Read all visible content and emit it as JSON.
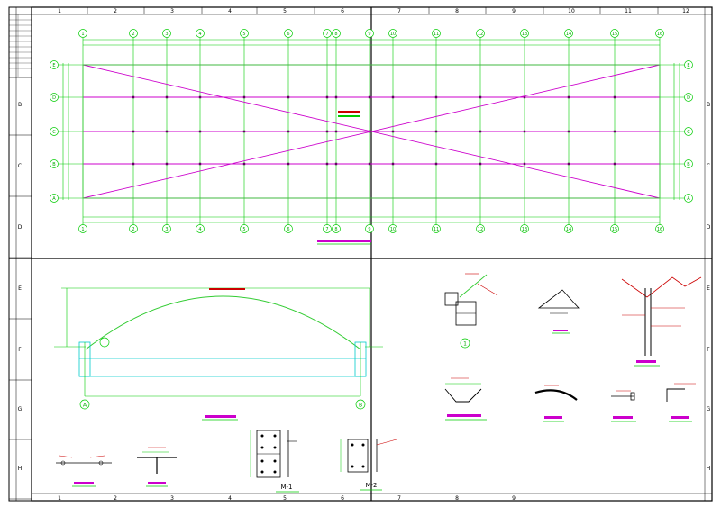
{
  "drawing": {
    "grid_columns": [
      "1",
      "2",
      "3",
      "4",
      "5",
      "6",
      "7",
      "8",
      "9",
      "10",
      "11",
      "12"
    ],
    "grid_rows": [
      "B",
      "C",
      "D",
      "E",
      "F",
      "G",
      "H"
    ],
    "bottom_columns": [
      "1",
      "2",
      "3",
      "4",
      "5",
      "6",
      "7",
      "8",
      "9"
    ],
    "plan_axes_x": [
      "1",
      "2",
      "3",
      "4",
      "5",
      "6",
      "7",
      "8",
      "9",
      "10",
      "11",
      "12",
      "13",
      "14",
      "15",
      "16"
    ],
    "plan_axes_y": [
      "E",
      "D",
      "C",
      "B",
      "A"
    ],
    "elevation_axes": [
      "A",
      "B"
    ],
    "detail_labels": {
      "m1": "M-1",
      "m2": "M-2",
      "node": "1"
    },
    "colors": {
      "grid": "#00cc00",
      "brace": "#cc00cc",
      "frame": "#000000",
      "column_green": "#33cc33",
      "cyan": "#00cccc",
      "red": "#ff0000"
    }
  }
}
